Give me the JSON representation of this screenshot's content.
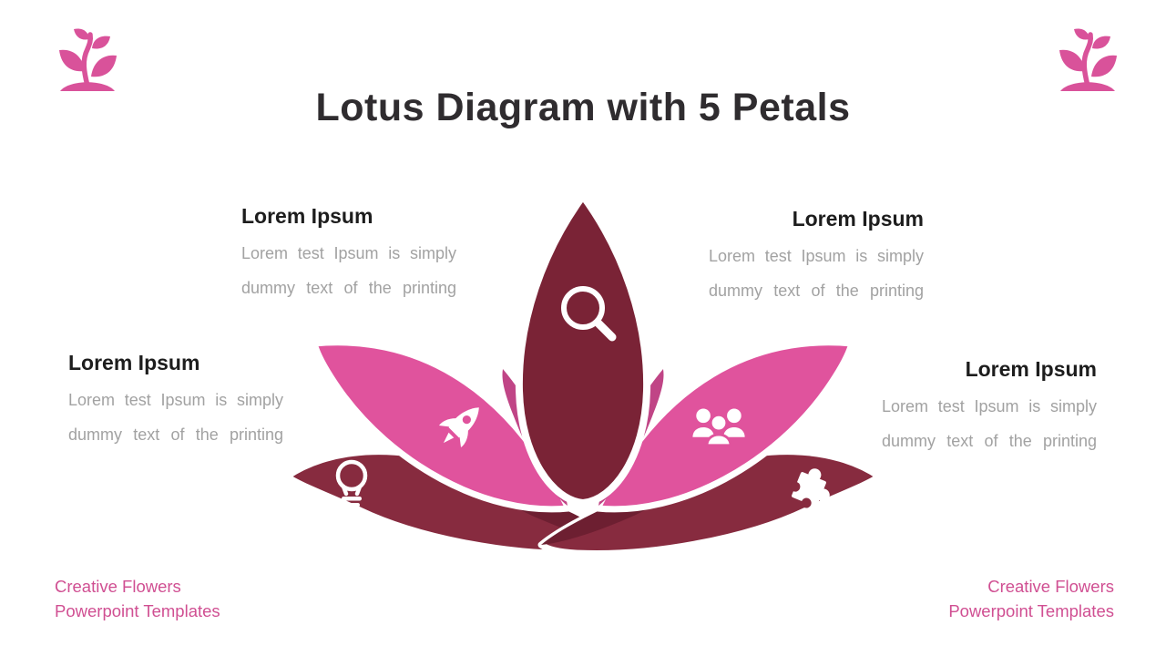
{
  "slide": {
    "title": "Lotus Diagram with 5 Petals"
  },
  "blocks": [
    {
      "position": "top-left",
      "heading": "Lorem Ipsum",
      "body_line1": "Lorem test Ipsum is simply",
      "body_line2": "dummy text of the printing"
    },
    {
      "position": "top-right",
      "heading": "Lorem Ipsum",
      "body_line1": "Lorem test Ipsum is simply",
      "body_line2": "dummy text of the printing"
    },
    {
      "position": "mid-left",
      "heading": "Lorem Ipsum",
      "body_line1": "Lorem test Ipsum is simply",
      "body_line2": "dummy text of the printing"
    },
    {
      "position": "mid-right",
      "heading": "Lorem Ipsum",
      "body_line1": "Lorem test Ipsum is simply",
      "body_line2": "dummy text of the printing"
    }
  ],
  "footers": {
    "left": {
      "line1": "Creative Flowers",
      "line2": "Powerpoint Templates"
    },
    "right": {
      "line1": "Creative Flowers",
      "line2": "Powerpoint Templates"
    }
  },
  "petals": [
    {
      "id": "center",
      "icon": "magnifier-icon"
    },
    {
      "id": "upper-left",
      "icon": "rocket-icon"
    },
    {
      "id": "upper-right",
      "icon": "people-icon"
    },
    {
      "id": "lower-left",
      "icon": "lightbulb-icon"
    },
    {
      "id": "lower-right",
      "icon": "puzzle-icon"
    }
  ],
  "colors": {
    "petal_pink": "#e0539d",
    "petal_pink_shadow": "#c04586",
    "petal_center": "#7a2336",
    "petal_lower": "#872b3f",
    "petal_lower_shadow": "#6d1f31",
    "title_color": "#2f2c2f",
    "heading_color": "#1d1d1d",
    "body_color": "#a2a2a2",
    "footer_pink": "#d04f92",
    "plant_pink": "#d9529a"
  }
}
